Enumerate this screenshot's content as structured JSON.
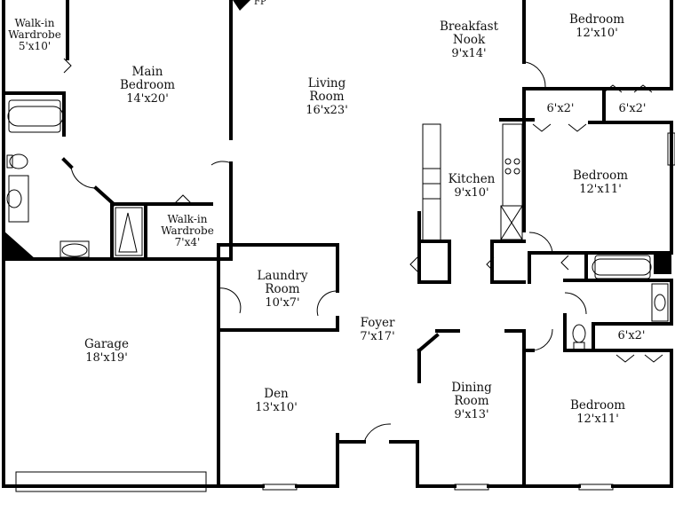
{
  "rooms": {
    "walkin_wardrobe_1": {
      "name": "Walk-in Wardrobe",
      "dims": "5'x10'"
    },
    "main_bedroom": {
      "name": "Main Bedroom",
      "dims": "14'x20'"
    },
    "living_room": {
      "name": "Living Room",
      "dims": "16'x23'"
    },
    "breakfast_nook": {
      "name": "Breakfast Nook",
      "dims": "9'x14'"
    },
    "bedroom_top": {
      "name": "Bedroom",
      "dims": "12'x10'"
    },
    "closet_a": {
      "dims": "6'x2'"
    },
    "closet_b": {
      "dims": "6'x2'"
    },
    "bedroom_mid": {
      "name": "Bedroom",
      "dims": "12'x11'"
    },
    "kitchen": {
      "name": "Kitchen",
      "dims": "9'x10'"
    },
    "walkin_wardrobe_2": {
      "name": "Walk-in Wardrobe",
      "dims": "7'x4'"
    },
    "laundry_room": {
      "name": "Laundry Room",
      "dims": "10'x7'"
    },
    "foyer": {
      "name": "Foyer",
      "dims": "7'x17'"
    },
    "garage": {
      "name": "Garage",
      "dims": "18'x19'"
    },
    "den": {
      "name": "Den",
      "dims": "13'x10'"
    },
    "dining_room": {
      "name": "Dining Room",
      "dims": "9'x13'"
    },
    "bedroom_bottom": {
      "name": "Bedroom",
      "dims": "12'x11'"
    },
    "closet_c": {
      "dims": "6'x2'"
    }
  },
  "fireplace": "FP"
}
